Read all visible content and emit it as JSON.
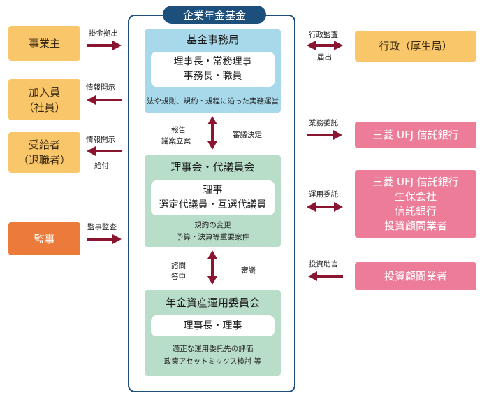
{
  "title": "企業年金基金",
  "left_entities": {
    "employer": "事業主",
    "members": [
      "加入員",
      "（社員）"
    ],
    "beneficiaries": [
      "受給者",
      "（退職者）"
    ],
    "auditor": "監事"
  },
  "right_entities": {
    "government": "行政（厚生局）",
    "trust_bank": "三菱 UFJ 信託銀行",
    "asset_managers": [
      "三菱 UFJ 信託銀行",
      "生保会社",
      "信託銀行",
      "投資顧問業者"
    ],
    "advisor": "投資顧問業者"
  },
  "panels": {
    "secretariat": {
      "title": "基金事務局",
      "members": [
        "理事長・常務理事",
        "事務長・職員"
      ],
      "note": "法や規則、規約・規程に沿った実務運営"
    },
    "board": {
      "title": "理事会・代議員会",
      "members": [
        "理事",
        "選定代議員・互選代議員"
      ],
      "notes": [
        "規約の変更",
        "予算・決算等重要案件"
      ]
    },
    "asset_committee": {
      "title": "年金資産運用委員会",
      "members": [
        "理事長・理事"
      ],
      "notes": [
        "適正な運用委託先の評価",
        "政策アセットミックス検討 等"
      ]
    }
  },
  "flow_labels": {
    "employer_contribution": "掛金拠出",
    "members_disclosure": "情報開示",
    "beneficiaries_disclosure": "情報開示",
    "beneficiaries_payment": "給付",
    "audit": "監事監査",
    "gov_supervision": "行政監査",
    "gov_notification": "届出",
    "business_entrust": "業務委託",
    "asset_entrust": "運用委託",
    "investment_advice": "投資助言",
    "secretariat_to_board": [
      "報告",
      "議案立案"
    ],
    "board_to_secretariat": "審議決定",
    "board_to_committee": [
      "諮問",
      "答申"
    ],
    "committee_to_board": "審議"
  },
  "colors": {
    "navy": "#1d4f7c",
    "arrow": "#8a1530",
    "light_blue": "#a8d9ea",
    "light_green": "#b8ddc8",
    "orange": "#f9c66a",
    "dark_orange": "#ec7b3b",
    "pink": "#ec7c98"
  }
}
